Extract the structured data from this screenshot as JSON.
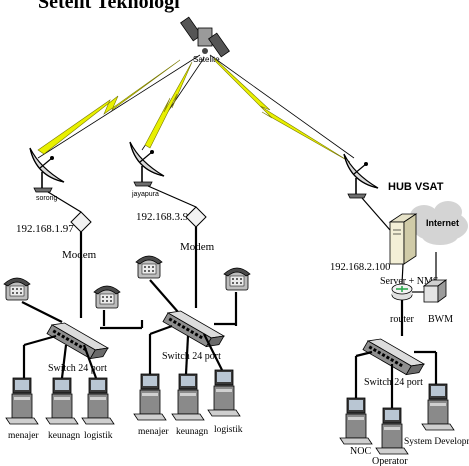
{
  "title": "Setelit Teknologi",
  "satellite": {
    "label": "Satelite"
  },
  "sites": {
    "sorong": {
      "name": "sorong",
      "ip": "192.168.1.97",
      "modem": "Modem",
      "switch": "Switch 24 port",
      "clients": [
        "menajer",
        "keunagn",
        "logistik"
      ]
    },
    "jayapura": {
      "name": "jayapura",
      "ip": "192.168.3.95",
      "modem": "Modem",
      "switch": "Switch 24 port",
      "clients": [
        "menajer",
        "keunagn",
        "logistik"
      ]
    },
    "hub": {
      "name": "HUB VSAT",
      "ip": "192.168.2.100",
      "server": "Server + NMS",
      "router": "router",
      "internet": "Internet",
      "bwm": "BWM",
      "switch": "Switch 24 port",
      "clients": [
        "NOC",
        "Operator",
        "System Development"
      ]
    }
  },
  "colors": {
    "link_beam": "#e8f000",
    "cloud": "#d4d4d4",
    "router_green": "#2fa84f"
  }
}
